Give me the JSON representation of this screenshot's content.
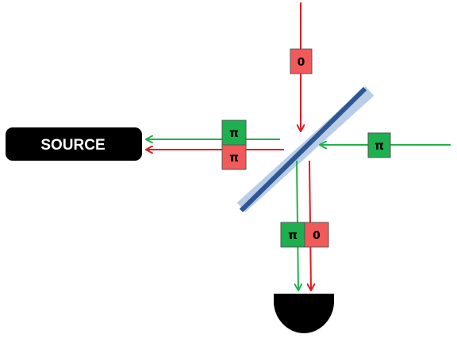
{
  "source": {
    "label": "SOURCE"
  },
  "phase_labels": {
    "incoming_top": "0",
    "incoming_right": "π",
    "to_source_green": "π",
    "to_source_red": "π",
    "to_detector_green": "π",
    "to_detector_red": "0"
  },
  "colors": {
    "red_beam": "#e31b1b",
    "green_beam": "#1eb34a",
    "red_box": "#f25a5a",
    "green_box": "#1db04f",
    "mirror_dark": "#2e5594",
    "mirror_light": "#b9cde6",
    "source_fill": "#000000",
    "detector_fill": "#000000"
  },
  "icons": {
    "source": "light-source-box",
    "splitter": "beam-splitter-mirror",
    "detector": "detector-cup-icon"
  }
}
